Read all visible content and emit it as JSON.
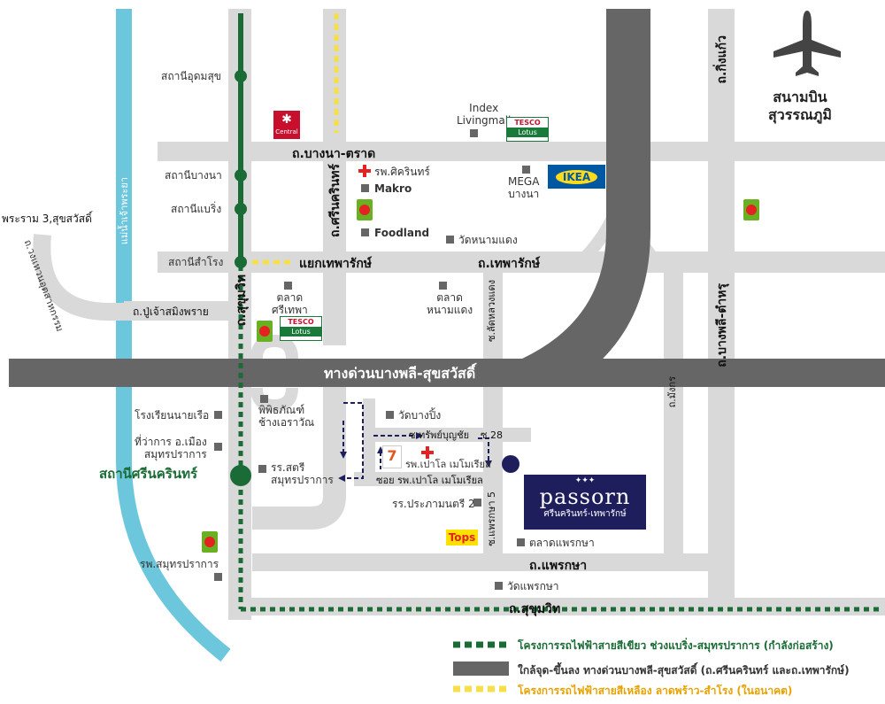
{
  "stations": {
    "udomsuk": "สถานีอุดมสุข",
    "bangna": "สถานีบางนา",
    "bearing": "สถานีแบริ่ง",
    "samrong": "สถานีสำโรง",
    "srinakarin": "สถานีศรีนครินทร์"
  },
  "roads": {
    "bangna_trad": "ถ.บางนา-ตราด",
    "srinakarin": "ถ.ศรีนครินทร์",
    "sukhumvit_v": "ถ.สุขุมวิท",
    "sukhumvit_h": "ถ.สุขุมวิท",
    "theparak": "ถ.เทพารักษ์",
    "theparak_junction": "แยกเทพารักษ์",
    "kingkaew": "ถ.กิ่งแก้ว",
    "bangphli_tamru": "ถ.บางพลี-ตำหรุ",
    "expressway": "ทางด่วนบางพลี-สุขสวัสดิ์",
    "pracha_uthit": "ถ.วงแหวนอุตสาหกรรม",
    "puchao": "ถ.ปู่เจ้าสมิงพราย",
    "rama3": "พระราม 3,สุขสวัสดิ์",
    "river": "แม่น้ำเจ้าพระยา",
    "soi_lat": "ซ.ลัดหลวงแดง",
    "soi_sap": "ซ.ทรัพย์บุญชัย",
    "soi_28": "ซ.28",
    "soi_paolo": "ซอย รพ.เปาโล เมโมเรียล",
    "soi_praeksa5": "ซ.แพรกษา 5",
    "praeksa": "ถ.แพรกษา",
    "mangkon": "ถ.มังกร"
  },
  "places": {
    "index": "Index",
    "livingmall": "Livingmall",
    "sikarin": "รพ.ศิครินทร์",
    "makro": "Makro",
    "foodland": "Foodland",
    "mega": "MEGA",
    "mega_bangna": "บางนา",
    "wat_nong_daeng": "วัดหนามแดง",
    "talat_srithepha_1": "ตลาด",
    "talat_srithepha_2": "ศรีเทพา",
    "talat_nong_daeng_1": "ตลาด",
    "talat_nong_daeng_2": "หนามแดง",
    "wat_bang_pling": "วัดบางปิ้ง",
    "paolo": "รพ.เปาโล เมโมเรียล",
    "school_nai_ruea": "โรงเรียนนายเรือ",
    "district_office_1": "ที่ว่าการ อ.เมือง",
    "district_office_2": "สมุทรปราการ",
    "museum_1": "พิพิธภัณฑ์",
    "museum_2": "ช้างเอราวัณ",
    "school_satri_1": "รร.สตรี",
    "school_satri_2": "สมุทรปราการ",
    "school_pramuan": "รร.ประภามนตรี 2",
    "talat_praeksa": "ตลาดแพรกษา",
    "wat_praeksa": "วัดแพรกษา",
    "hospital_spk": "รพ.สมุทรปราการ",
    "airport_1": "สนามบิน",
    "airport_2": "สุวรรณภูมิ"
  },
  "logos": {
    "tesco": "TESCO",
    "lotus": "Lotus",
    "ikea": "IKEA",
    "tops": "Tops",
    "central": "Central",
    "seven": "7"
  },
  "project": {
    "stars": "✦✦✦",
    "name": "passorn",
    "subtitle": "ศรีนครินทร์-เทพารักษ์"
  },
  "legend": {
    "green_line": "โครงการรถไฟฟ้าสายสีเขียว ช่วงแบริ่ง-สมุทรปราการ (กำลังก่อสร้าง)",
    "expressway": "ใกล้จุด-ขึ้นลง ทางด่วนบางพลี-สุขสวัสดิ์ (ถ.ศรีนครินทร์ และถ.เทพารักษ์)",
    "yellow_line": "โครงการรถไฟฟ้าสายสีเหลือง ลาดพร้าว-สำโรง (ในอนาคต)"
  },
  "colors": {
    "road": "#d9d9d9",
    "expressway": "#666666",
    "river": "#6cc7dc",
    "green_line": "#1a6b35",
    "yellow_line": "#f5e04a",
    "project_box": "#1f1e5c",
    "legend_green": "#1a6b35",
    "legend_orange": "#e8a200"
  }
}
